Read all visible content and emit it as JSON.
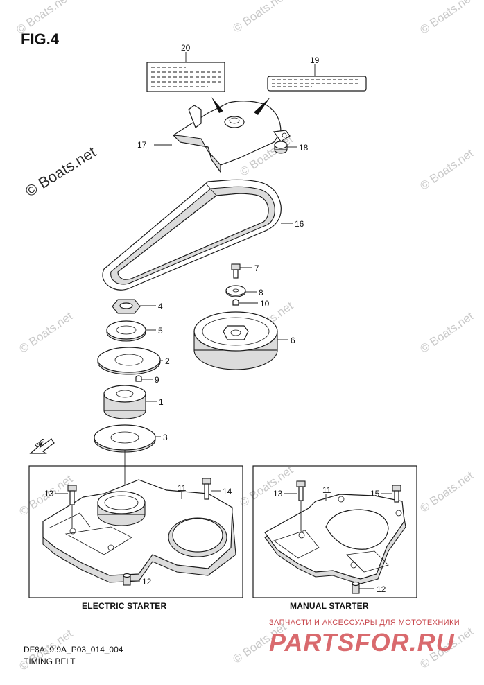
{
  "figure": {
    "title": "FIG.4"
  },
  "watermark": {
    "text": "© Boats.net"
  },
  "callouts": {
    "c20": "20",
    "c19": "19",
    "c17": "17",
    "c18": "18",
    "c16": "16",
    "c7": "7",
    "c8": "8",
    "c10": "10",
    "c4": "4",
    "c5": "5",
    "c6": "6",
    "c2": "2",
    "c9": "9",
    "c1": "1",
    "c3": "3",
    "c13a": "13",
    "c11a": "11",
    "c14": "14",
    "c12a": "12",
    "c13b": "13",
    "c11b": "11",
    "c15": "15",
    "c12b": "12"
  },
  "fwd_arrow": {
    "label": "FWD"
  },
  "sections": {
    "electric": "ELECTRIC STARTER",
    "manual": "MANUAL STARTER"
  },
  "footer": {
    "code": "DF8A_9.9A_P03_014_004",
    "title": "TIMING BELT"
  },
  "branding": {
    "tagline": "ЗАПЧАСТИ И АКСЕССУАРЫ ДЛЯ МОТОТЕХНИКИ",
    "site": "PARTSFOR.RU"
  },
  "colors": {
    "line": "#1a1a1a",
    "shade": "#d8d8d8",
    "brand": "#d0545a"
  }
}
